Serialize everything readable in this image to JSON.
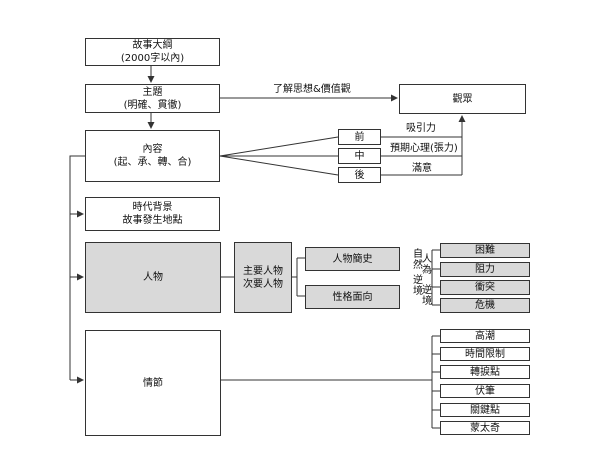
{
  "outline": {
    "title": "故事大綱",
    "subtitle": "(2000字以內)"
  },
  "theme": {
    "title": "主題",
    "subtitle": "(明確、貫徹)"
  },
  "content": {
    "title": "內容",
    "subtitle": "(起、承、轉、合)"
  },
  "audience": {
    "label": "觀眾"
  },
  "edge_theme_audience": "了解思想&價值觀",
  "stages": [
    "前",
    "中",
    "後"
  ],
  "stage_effects": [
    "吸引力",
    "預期心理(張力)",
    "滿意"
  ],
  "setting": {
    "line1": "時代背景",
    "line2": "故事發生地點"
  },
  "characters": {
    "label": "人物"
  },
  "character_roles": {
    "line1": "主要人物",
    "line2": "次要人物"
  },
  "character_history": "人物簡史",
  "character_traits": "性格面向",
  "adversity_labels": [
    "自然",
    "逆境",
    "人為",
    "逆境"
  ],
  "adversity_items": [
    "困難",
    "阻力",
    "衝突",
    "危機"
  ],
  "plot": {
    "label": "情節"
  },
  "plot_items": [
    "高潮",
    "時間限制",
    "轉捩點",
    "伏筆",
    "關鍵點",
    "蒙太奇"
  ]
}
